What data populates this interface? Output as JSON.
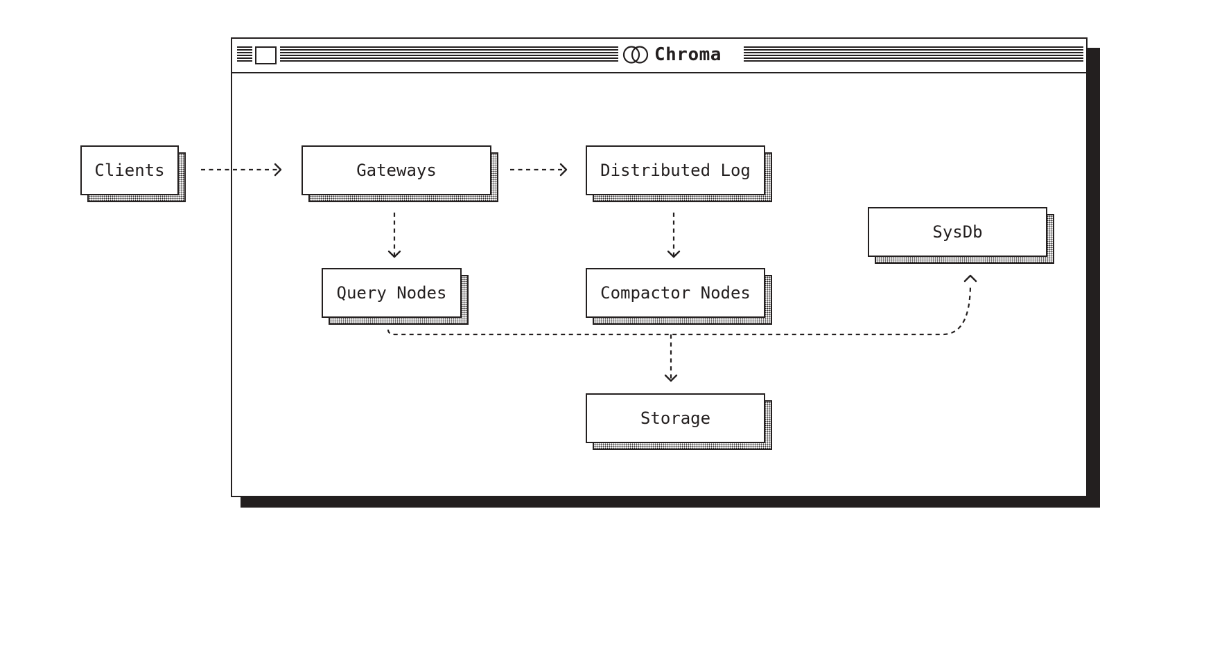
{
  "window": {
    "title": "Chroma"
  },
  "nodes": {
    "clients": "Clients",
    "gateways": "Gateways",
    "distributed_log": "Distributed Log",
    "sysdb": "SysDb",
    "query_nodes": "Query Nodes",
    "compactor_nodes": "Compactor Nodes",
    "storage": "Storage"
  },
  "edges": [
    {
      "from": "clients",
      "to": "gateways"
    },
    {
      "from": "gateways",
      "to": "distributed_log"
    },
    {
      "from": "gateways",
      "to": "query_nodes"
    },
    {
      "from": "distributed_log",
      "to": "compactor_nodes"
    },
    {
      "from": "query_nodes",
      "to": "storage"
    },
    {
      "from": "query_nodes",
      "to": "sysdb"
    }
  ],
  "colors": {
    "ink": "#231f1f",
    "background": "#ffffff"
  },
  "icons": {
    "logo": "chroma-logo-icon",
    "close": "close-box-icon"
  }
}
